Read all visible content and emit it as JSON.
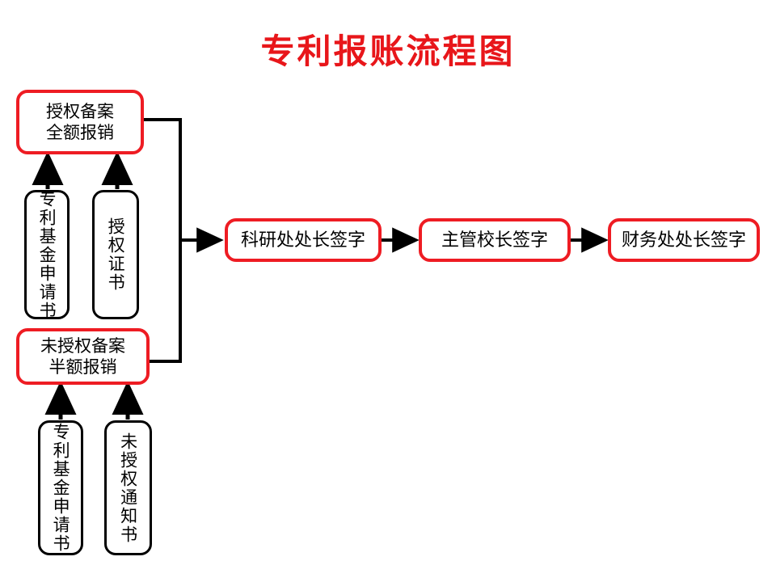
{
  "diagram": {
    "title": "专利报账流程图",
    "title_color": "#e8161a",
    "accent_color": "#ee1c23",
    "line_color": "#000000",
    "background": "#ffffff"
  },
  "nodes": {
    "authorized_record": {
      "line1": "授权备案",
      "line2": "全额报销"
    },
    "unauthorized_record": {
      "line1": "未授权备案",
      "line2": "半额报销"
    },
    "doc_patent_fund_application_top": {
      "label": "专利基金申请书"
    },
    "doc_authorization_certificate": {
      "label": "授权证书"
    },
    "doc_patent_fund_application_bottom": {
      "label": "专利基金申请书"
    },
    "doc_unauthorized_notice": {
      "label": "未授权通知书"
    },
    "sign_research_office": {
      "label": "科研处处长签字"
    },
    "sign_vice_president": {
      "label": "主管校长签字"
    },
    "sign_finance_office": {
      "label": "财务处处长签字"
    }
  },
  "flow": {
    "steps": [
      "授权备案 全额报销",
      "未授权备案 半额报销",
      "科研处处长签字",
      "主管校长签字",
      "财务处处长签字"
    ],
    "inputs_authorized": [
      "专利基金申请书",
      "授权证书"
    ],
    "inputs_unauthorized": [
      "专利基金申请书",
      "未授权通知书"
    ]
  }
}
